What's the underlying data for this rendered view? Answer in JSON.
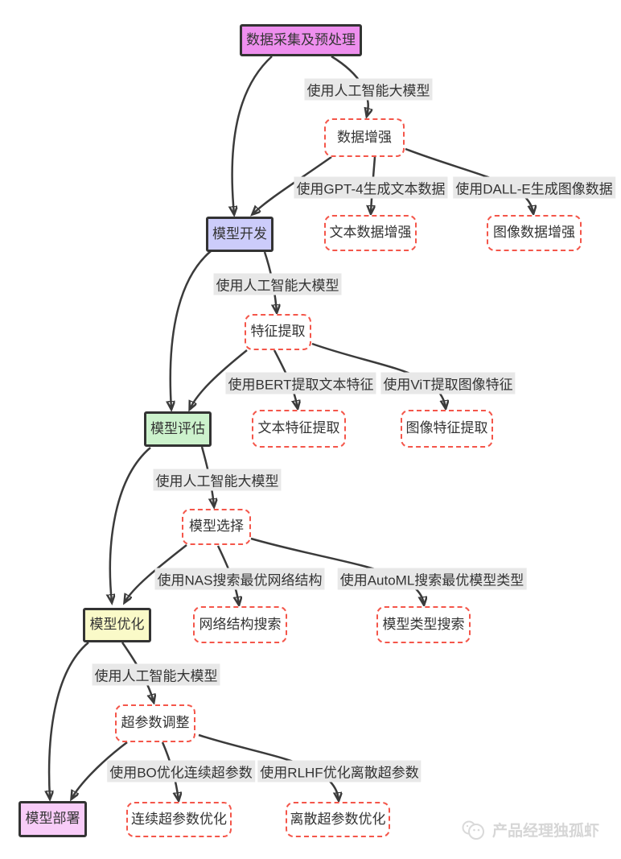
{
  "diagram": {
    "main_nodes": [
      {
        "label": "数据采集及预处理",
        "color": "#ee8fee"
      },
      {
        "label": "模型开发",
        "color": "#ccccfa"
      },
      {
        "label": "模型评估",
        "color": "#ccf2cc"
      },
      {
        "label": "模型优化",
        "color": "#fafac8"
      },
      {
        "label": "模型部署",
        "color": "#f8ccf8"
      }
    ],
    "process_nodes": [
      "数据增强",
      "文本数据增强",
      "图像数据增强",
      "特征提取",
      "文本特征提取",
      "图像特征提取",
      "模型选择",
      "网络结构搜索",
      "模型类型搜索",
      "超参数调整",
      "连续超参数优化",
      "离散超参数优化"
    ],
    "edge_labels": [
      "使用人工智能大模型",
      "使用GPT-4生成文本数据",
      "使用DALL-E生成图像数据",
      "使用人工智能大模型",
      "使用BERT提取文本特征",
      "使用ViT提取图像特征",
      "使用人工智能大模型",
      "使用NAS搜索最优网络结构",
      "使用AutoML搜索最优模型类型",
      "使用人工智能大模型",
      "使用BO优化连续超参数",
      "使用RLHF优化离散超参数"
    ],
    "style": {
      "dashed_node_border": "#f4564a",
      "solid_node_border": "#333333",
      "edge_color": "#3b3b3b",
      "edge_label_bg": "#e8e8e8",
      "text_color": "#333333",
      "background": "#ffffff"
    }
  },
  "watermark": {
    "text": "产品经理独孤虾"
  }
}
